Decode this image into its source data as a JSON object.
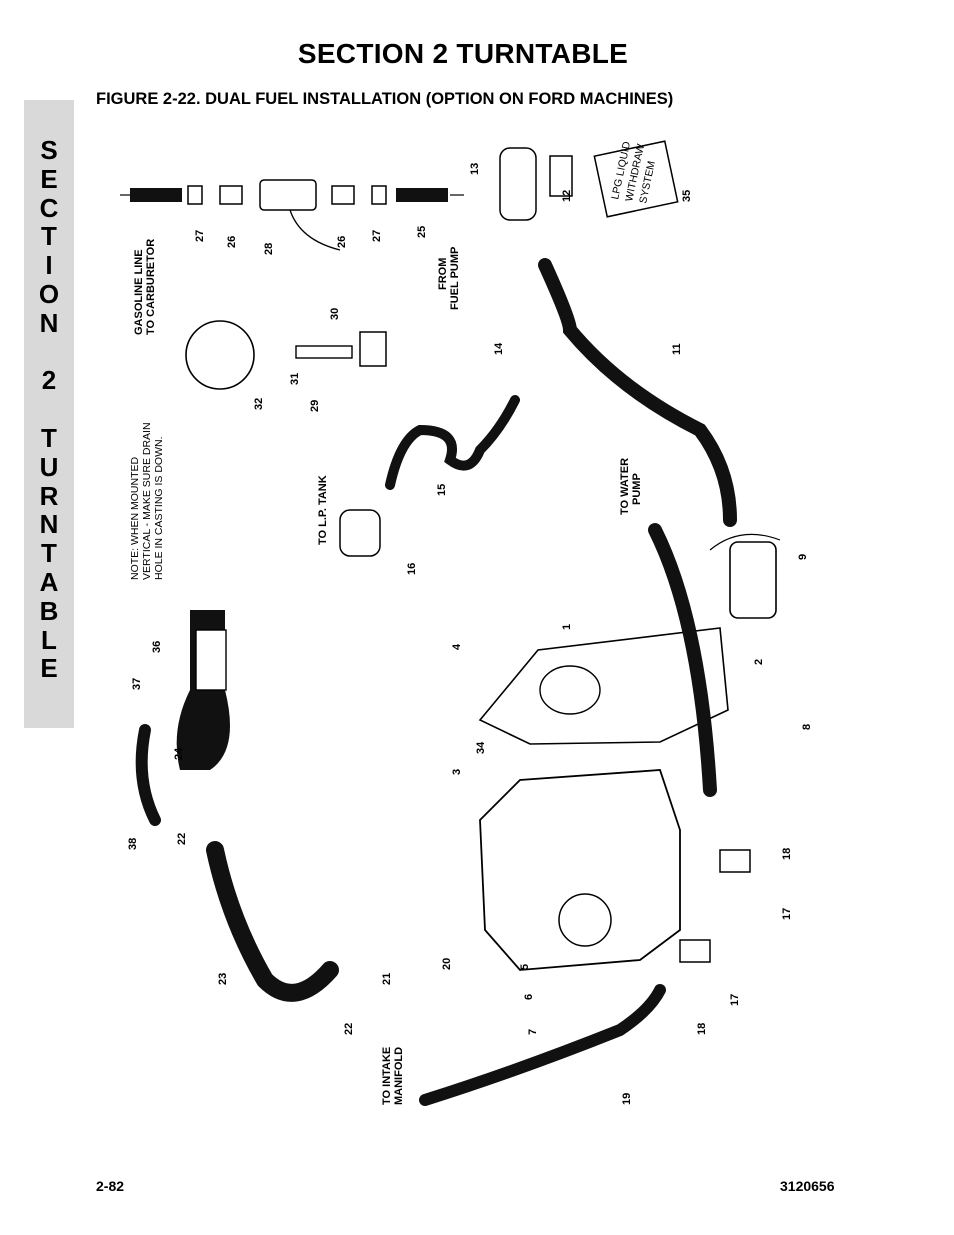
{
  "section_title": "SECTION 2   TURNTABLE",
  "figure_title": "FIGURE 2-22.  DUAL FUEL INSTALLATION (OPTION ON FORD MACHINES)",
  "side_tab_letters": [
    "S",
    "E",
    "C",
    "T",
    "I",
    "O",
    "N",
    "",
    "2",
    "",
    "T",
    "U",
    "R",
    "N",
    "T",
    "A",
    "B",
    "L",
    "E"
  ],
  "footer": {
    "page": "2-82",
    "doc_number": "3120656"
  },
  "diagram": {
    "callouts": {
      "c1": "1",
      "c2": "2",
      "c3": "3",
      "c4": "4",
      "c5": "5",
      "c6": "6",
      "c7": "7",
      "c8": "8",
      "c9": "9",
      "c11": "11",
      "c12": "12",
      "c13": "13",
      "c14": "14",
      "c15": "15",
      "c16": "16",
      "c17a": "17",
      "c17b": "17",
      "c18a": "18",
      "c18b": "18",
      "c19": "19",
      "c20": "20",
      "c21": "21",
      "c22a": "22",
      "c22b": "22",
      "c23": "23",
      "c24": "24",
      "c25": "25",
      "c26a": "26",
      "c26b": "26",
      "c27a": "27",
      "c27b": "27",
      "c28": "28",
      "c29": "29",
      "c30": "30",
      "c31": "31",
      "c32": "32",
      "c34": "34",
      "c35": "35",
      "c36": "36",
      "c37": "37",
      "c38": "38"
    },
    "notes": {
      "gasoline_line_1": "GASOLINE LINE",
      "gasoline_line_2": "TO CARBURETOR",
      "from_fuel_pump_1": "FROM",
      "from_fuel_pump_2": "FUEL PUMP",
      "to_lp_tank": "TO L.P. TANK",
      "to_water_pump_1": "TO WATER",
      "to_water_pump_2": "PUMP",
      "to_intake_1": "TO INTAKE",
      "to_intake_2": "MANIFOLD",
      "mount_note_1": "NOTE: WHEN MOUNTED",
      "mount_note_2": "VERTICAL - MAKE SURE DRAIN",
      "mount_note_3": "HOLE IN CASTING IS DOWN.",
      "decal_1": "LPG LIQUID",
      "decal_2": "WITHDRAW",
      "decal_3": "SYSTEM"
    }
  }
}
